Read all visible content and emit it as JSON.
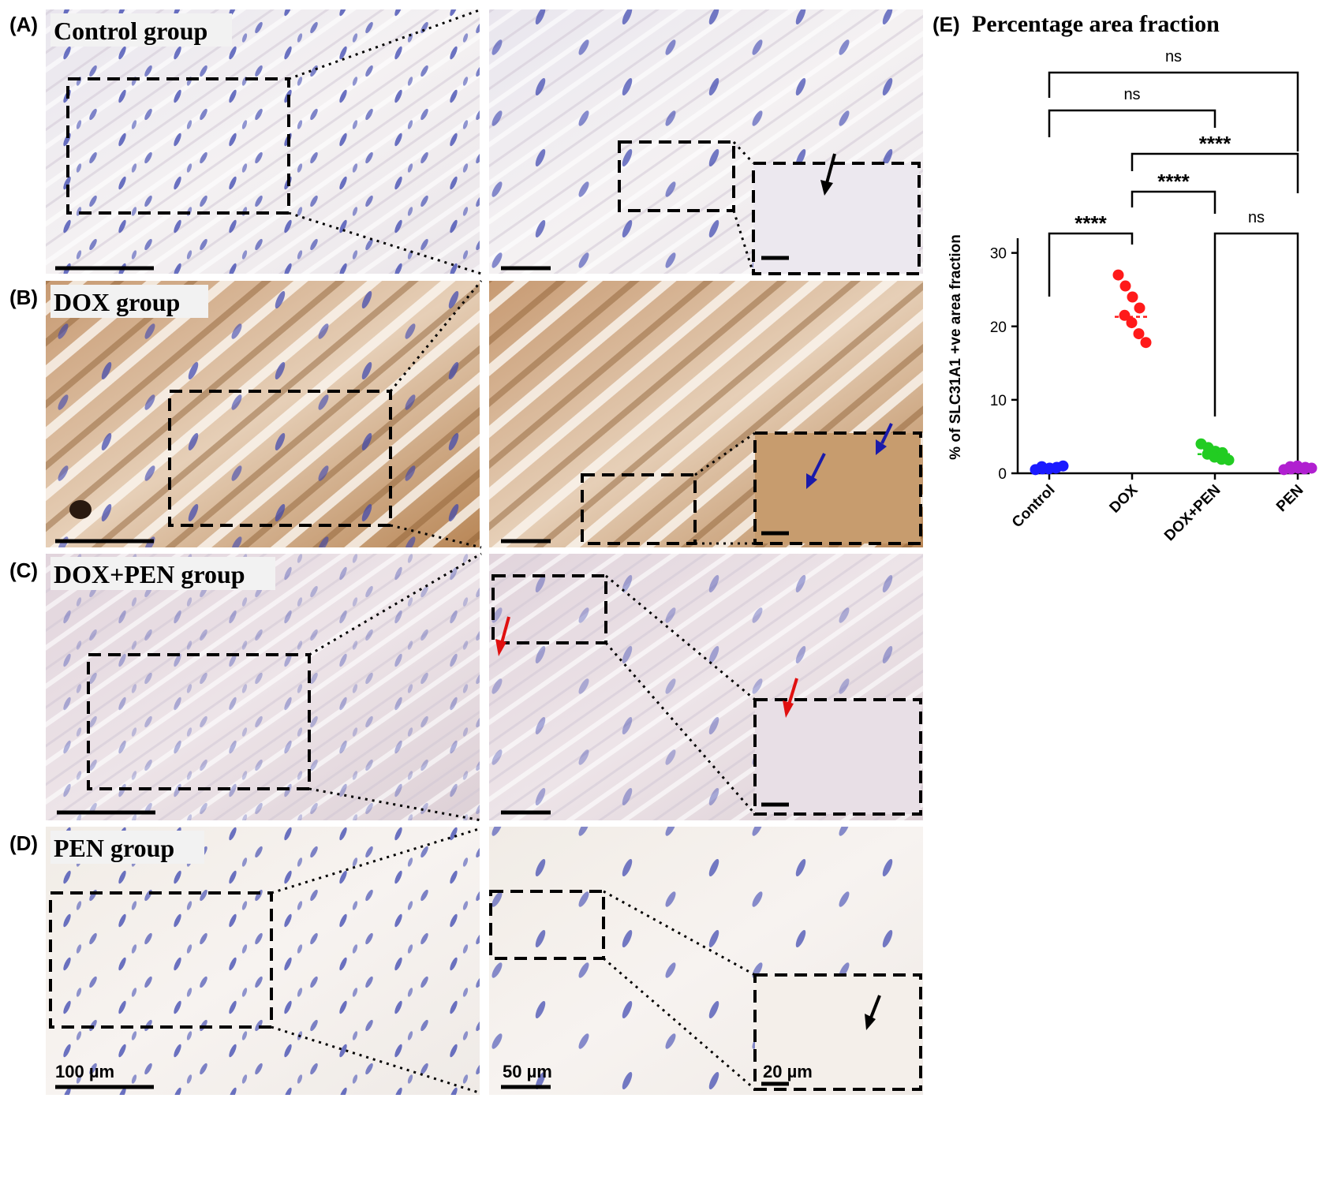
{
  "panels": {
    "A": {
      "label": "(A)",
      "title": "Control group"
    },
    "B": {
      "label": "(B)",
      "title": "DOX group"
    },
    "C": {
      "label": "(C)",
      "title": "DOX+PEN group"
    },
    "D": {
      "label": "(D)",
      "title": "PEN group"
    },
    "E": {
      "label": "(E)"
    }
  },
  "scale_bars": {
    "low_mag": "100 µm",
    "mid_mag": "50 µm",
    "high_mag": "20 µm"
  },
  "chart_data": {
    "type": "scatter",
    "title": "Percentage area fraction",
    "ylabel": "% of SLC31A1 +ve area fraction",
    "xlabel": "",
    "categories": [
      "Control",
      "DOX",
      "DOX+PEN",
      "PEN"
    ],
    "yticks": [
      0,
      10,
      20,
      30
    ],
    "ylim": [
      0,
      32
    ],
    "series": [
      {
        "category": "Control",
        "color": "#1a1aff",
        "values": [
          0.5,
          0.6,
          0.7,
          0.8,
          0.9,
          0.6,
          0.7,
          1.0
        ],
        "median": 0.7
      },
      {
        "category": "DOX",
        "color": "#ff1a1a",
        "values": [
          27.0,
          25.5,
          24.0,
          22.5,
          21.5,
          20.5,
          19.0,
          17.8
        ],
        "median": 21.3
      },
      {
        "category": "DOX+PEN",
        "color": "#22cc22",
        "values": [
          4.0,
          3.5,
          3.0,
          2.8,
          2.6,
          2.2,
          1.9,
          1.8
        ],
        "median": 2.6
      },
      {
        "category": "PEN",
        "color": "#b020d0",
        "values": [
          0.5,
          0.6,
          0.7,
          0.8,
          0.9,
          1.0,
          0.6,
          0.7
        ],
        "median": 0.7
      }
    ],
    "comparisons": [
      {
        "groups": [
          "Control",
          "PEN"
        ],
        "label": "ns"
      },
      {
        "groups": [
          "Control",
          "DOX+PEN"
        ],
        "label": "ns"
      },
      {
        "groups": [
          "DOX",
          "PEN"
        ],
        "label": "****"
      },
      {
        "groups": [
          "DOX",
          "DOX+PEN"
        ],
        "label": "****"
      },
      {
        "groups": [
          "Control",
          "DOX"
        ],
        "label": "****"
      },
      {
        "groups": [
          "DOX+PEN",
          "PEN"
        ],
        "label": "ns"
      }
    ]
  }
}
